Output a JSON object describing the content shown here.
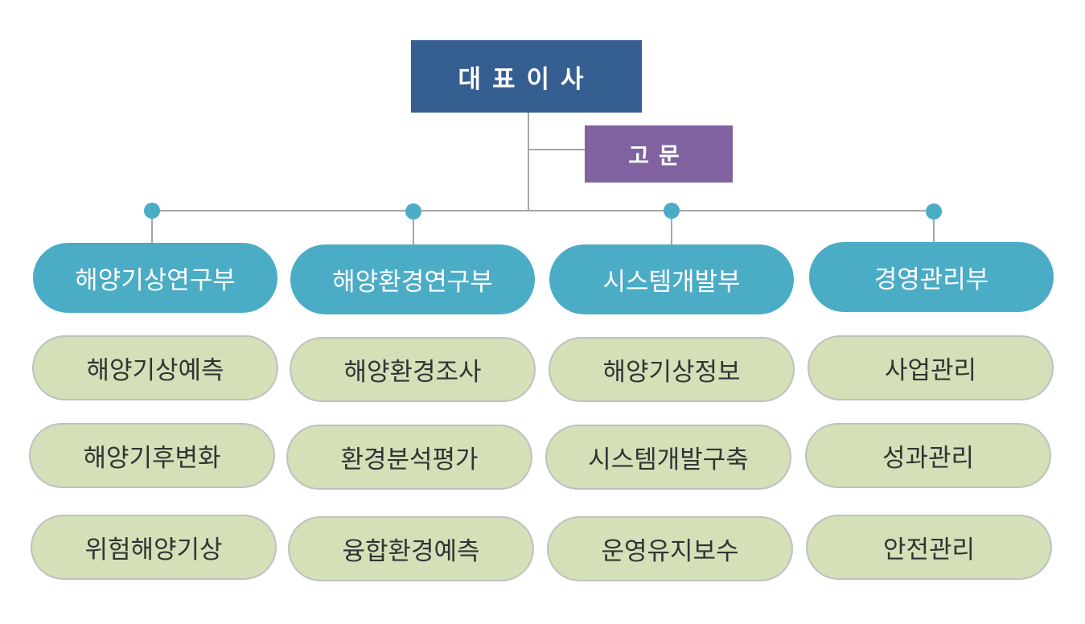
{
  "ceo": {
    "label": "대표이사"
  },
  "advisor": {
    "label": "고문"
  },
  "departments": [
    {
      "label": "해양기상연구부",
      "teams": [
        "해양기상예측",
        "해양기후변화",
        "위험해양기상"
      ]
    },
    {
      "label": "해양환경연구부",
      "teams": [
        "해양환경조사",
        "환경분석평가",
        "융합환경예측"
      ]
    },
    {
      "label": "시스템개발부",
      "teams": [
        "해양기상정보",
        "시스템개발구축",
        "운영유지보수"
      ]
    },
    {
      "label": "경영관리부",
      "teams": [
        "사업관리",
        "성과관리",
        "안전관리"
      ]
    }
  ],
  "colors": {
    "ceo": "#355e91",
    "advisor": "#8062a1",
    "department": "#4bacc6",
    "team": "#d3e0b8",
    "connector": "#a6a6a6"
  }
}
